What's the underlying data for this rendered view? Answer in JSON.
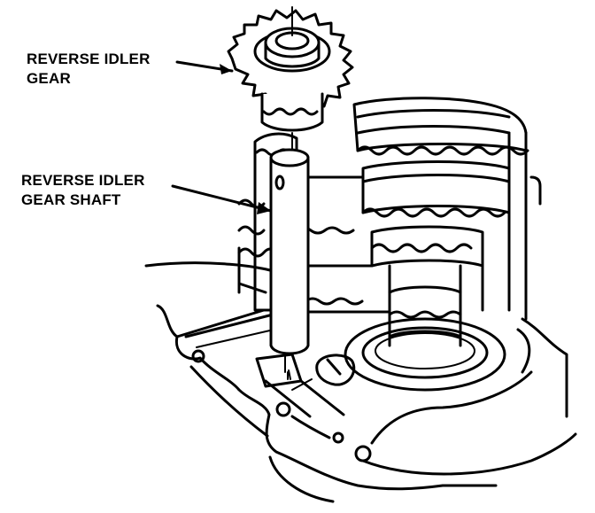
{
  "labels": {
    "reverse_idler_gear": [
      "REVERSE IDLER",
      "GEAR"
    ],
    "reverse_idler_gear_shaft": [
      "REVERSE IDLER",
      "GEAR SHAFT"
    ]
  },
  "colors": {
    "line": "#000000",
    "background": "#ffffff"
  }
}
